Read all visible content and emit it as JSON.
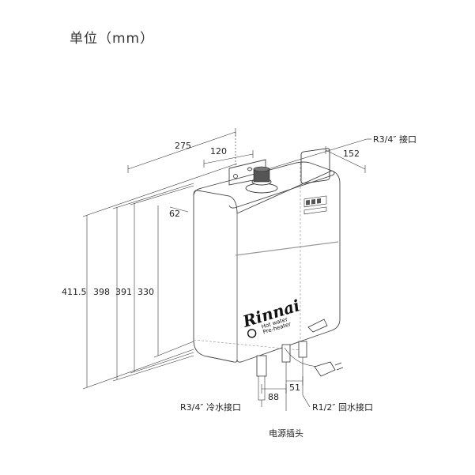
{
  "unit_label": "单位（mm）",
  "dimensions": {
    "width": "275",
    "bracket_spacing": "120",
    "depth": "152",
    "bracket_offset": "62",
    "height_total": "411.5",
    "height_398": "398",
    "height_391": "391",
    "height_330": "330",
    "pipe_spacing_88": "88",
    "pipe_spacing_51": "51"
  },
  "connections": {
    "top_outlet": "R3/4″ 接口",
    "cold_water": "R3/4″ 冷水接口",
    "return_water": "R1/2″ 回水接口",
    "power_plug": "电源插头"
  },
  "brand": {
    "logo": "Rinnai",
    "line1": "Hot water",
    "line2": "Pre-heater"
  }
}
